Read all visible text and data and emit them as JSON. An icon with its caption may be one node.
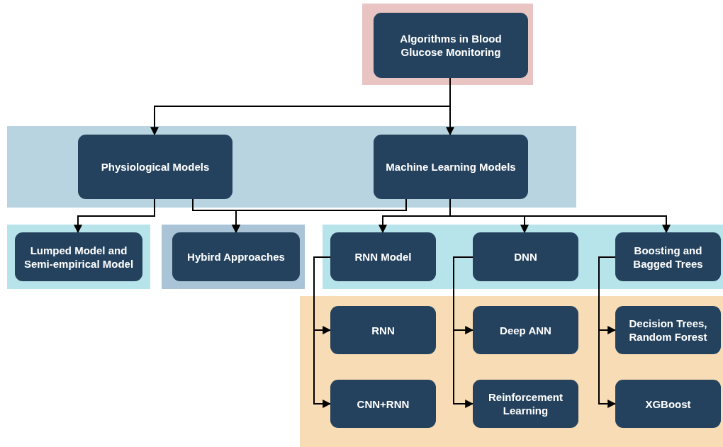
{
  "diagram": {
    "nodes": [
      {
        "text": [],
        "shape": "box"
      },
      {
        "text": [
          "Algorithms in Blood Glucose Monitoring"
        ],
        "in": 0
      },
      {
        "text": [],
        "shape": "box"
      },
      {
        "text": [
          "Physiological Models"
        ],
        "in": 2
      },
      {
        "text": [
          "Machine Learning Models"
        ],
        "in": 2
      },
      {
        "text": [],
        "shape": "box"
      },
      {
        "text": [
          "Lumped Model and Semi-empirical Model"
        ],
        "in": 5
      },
      {
        "text": [],
        "shape": "box"
      },
      {
        "text": [
          "Hybird Approaches"
        ],
        "in": 7
      },
      {
        "text": [],
        "shape": "box"
      },
      {
        "text": [
          "RNN Model"
        ],
        "in": 9
      },
      {
        "text": [
          "DNN"
        ],
        "in": 9
      },
      {
        "text": [
          "Boosting and Bagged Trees"
        ],
        "in": 9
      },
      {
        "text": [],
        "shape": "box"
      },
      {
        "text": [
          "RNN"
        ],
        "in": 13
      },
      {
        "text": [
          "Deep ANN"
        ],
        "in": 13
      },
      {
        "text": [
          "Decision Trees, Random Forest"
        ],
        "in": 13
      },
      {
        "text": [
          "CNN+RNN"
        ],
        "in": 13
      },
      {
        "text": [
          "Reinforcement Learning"
        ],
        "in": 13
      },
      {
        "text": [
          "XGBoost"
        ],
        "in": 13
      }
    ],
    "edges": [
      {
        "from": 1,
        "to": 3,
        "arrow": "to"
      },
      {
        "from": 1,
        "to": 4,
        "arrow": "to"
      },
      {
        "from": 3,
        "to": 6,
        "arrow": "to"
      },
      {
        "from": 3,
        "to": 8,
        "arrow": "to"
      },
      {
        "from": 4,
        "to": 8,
        "arrow": "to"
      },
      {
        "from": 4,
        "to": 10,
        "arrow": "to"
      },
      {
        "from": 4,
        "to": 11,
        "arrow": "to"
      },
      {
        "from": 4,
        "to": 12,
        "arrow": "to"
      },
      {
        "from": 10,
        "to": 14,
        "arrow": "to"
      },
      {
        "from": 10,
        "to": 17,
        "arrow": "to"
      },
      {
        "from": 11,
        "to": 15,
        "arrow": "to"
      },
      {
        "from": 11,
        "to": 18,
        "arrow": "to"
      },
      {
        "from": 12,
        "to": 16,
        "arrow": "to"
      },
      {
        "from": 12,
        "to": 19,
        "arrow": "to"
      }
    ]
  }
}
